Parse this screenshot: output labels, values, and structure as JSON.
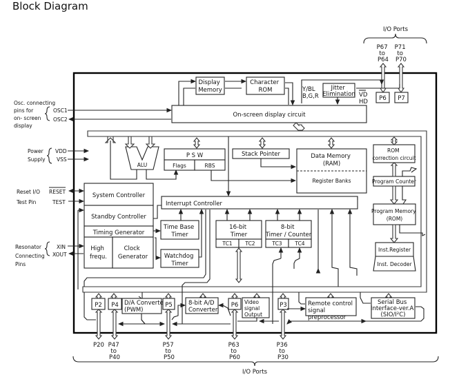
{
  "title": "Block Diagram",
  "top_io": {
    "label": "I/O Ports",
    "p6_range": [
      "P67",
      "to",
      "P64"
    ],
    "p7_range": [
      "P71",
      "to",
      "P70"
    ],
    "p6": "P6",
    "p7": "P7"
  },
  "osd": {
    "display_memory": [
      "Display",
      "Memory"
    ],
    "character_rom": [
      "Character",
      "ROM"
    ],
    "jitter": [
      "Jitter",
      "Elimination"
    ],
    "ybl": [
      "Y/BL",
      "B,G,R"
    ],
    "vd": "VD",
    "hd": "HD",
    "circuit": "On-screen display circuit"
  },
  "left_pins": {
    "osc_label": [
      "Osc. connecting",
      "pins for",
      "on- screen",
      "display"
    ],
    "osc1": "OSC1",
    "osc2": "OSC2",
    "power_label": [
      "Power",
      "Supply"
    ],
    "vdd": "VDD",
    "vss": "VSS",
    "reset_label": "Reset I/O",
    "reset": "RESET",
    "test_label": "Test Pin",
    "test": "TEST",
    "resonator_label": [
      "Resonator",
      "Connecting",
      "Pins"
    ],
    "xin": "XIN",
    "xout": "XOUT"
  },
  "core": {
    "alu": "ALU",
    "psw": "P  S  W",
    "flags": "Flags",
    "rbs": "RBS",
    "stack_pointer": "Stack Pointer",
    "data_memory": [
      "Data Memory",
      "(RAM)"
    ],
    "register_banks": "Register Banks",
    "rom_correction": [
      "ROM",
      "correction circuit"
    ],
    "program_counter": "Program Counter",
    "program_memory": [
      "Program Memory",
      "(ROM)"
    ],
    "inst_register": "Inst.Register",
    "inst_decoder": "Inst. Decoder",
    "system_controller": "System Controller",
    "standby_controller": "Standby Controller",
    "timing_generator": "Timing Generator",
    "high_frequ": [
      "High",
      "frequ."
    ],
    "clock_generator": [
      "Clock",
      "Generator"
    ],
    "interrupt_controller": "Interrupt Controller",
    "time_base_timer": [
      "Time Base",
      "Timer"
    ],
    "watchdog_timer": [
      "Watchdog",
      "Timer"
    ],
    "timer16": [
      "16-bit",
      "Timer"
    ],
    "tc1": "TC1",
    "tc2": "TC2",
    "timer8": [
      "8-bit",
      "Timer / Counter"
    ],
    "tc3": "TC3",
    "tc4": "TC4"
  },
  "peripherals": {
    "p2": "P2",
    "p4": "P4",
    "da": [
      "D/A Converter",
      "(PWM)"
    ],
    "p5": "P5",
    "ad": [
      "8-bit A/D",
      "Converter"
    ],
    "p6": "P6",
    "video": [
      "Video",
      "signal",
      "Output"
    ],
    "p3": "P3",
    "remote": [
      "Remote control",
      "signal",
      "preprocessor"
    ],
    "serial": [
      "Serial Bus",
      "Interface-ver.A",
      "(SIO/I²C)"
    ]
  },
  "bottom_io": {
    "label": "I/O Ports",
    "p20": [
      "P20"
    ],
    "p4": [
      "P47",
      "to",
      "P40"
    ],
    "p5": [
      "P57",
      "to",
      "P50"
    ],
    "p6": [
      "P63",
      "to",
      "P60"
    ],
    "p3": [
      "P36",
      "to",
      "P30"
    ]
  }
}
